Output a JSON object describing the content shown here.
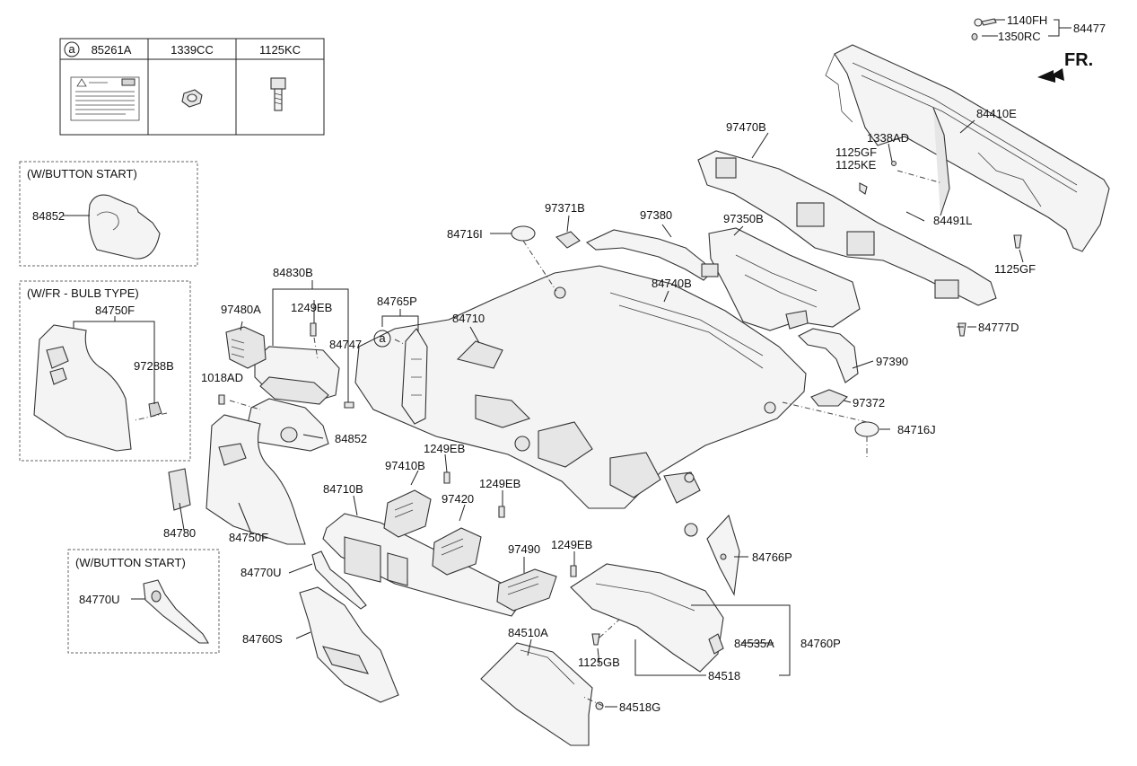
{
  "legend": {
    "circle_mark": "a",
    "headers": [
      "85261A",
      "1339CC",
      "1125KC"
    ]
  },
  "variant_boxes": {
    "button_start_upper": "(W/BUTTON START)",
    "fr_bulb_type": "(W/FR - BULB TYPE)",
    "button_start_lower": "(W/BUTTON START)"
  },
  "direction": {
    "label": "FR."
  },
  "callouts": {
    "p1140FH": "1140FH",
    "p84477": "84477",
    "p1350RC": "1350RC",
    "p84410E": "84410E",
    "p97470B": "97470B",
    "p1338AD": "1338AD",
    "p1125GF_a": "1125GF",
    "p1125KE": "1125KE",
    "p84491L": "84491L",
    "p1125GF_b": "1125GF",
    "p84852_a": "84852",
    "p97371B": "97371B",
    "p97380": "97380",
    "p97350B": "97350B",
    "p84716I": "84716I",
    "p84830B": "84830B",
    "p84765P": "84765P",
    "p84750F_a": "84750F",
    "p97480A": "97480A",
    "p1249EB_a": "1249EB",
    "p84740B": "84740B",
    "p84710": "84710",
    "p84777D": "84777D",
    "p84747": "84747",
    "p97288B": "97288B",
    "p1018AD": "1018AD",
    "p97390": "97390",
    "p97372": "97372",
    "p84852_b": "84852",
    "p84716J": "84716J",
    "p1249EB_b": "1249EB",
    "p97410B": "97410B",
    "p84710B": "84710B",
    "p1249EB_c": "1249EB",
    "p97420": "97420",
    "p84780": "84780",
    "p84750F_b": "84750F",
    "p1249EB_d": "1249EB",
    "p97490": "97490",
    "p84766P": "84766P",
    "p84770U_a": "84770U",
    "p84770U_b": "84770U",
    "p84510A": "84510A",
    "p84760S": "84760S",
    "p84535A": "84535A",
    "p84760P": "84760P",
    "p1125GB": "1125GB",
    "p84518": "84518",
    "p84518G": "84518G",
    "circle_a": "a"
  }
}
